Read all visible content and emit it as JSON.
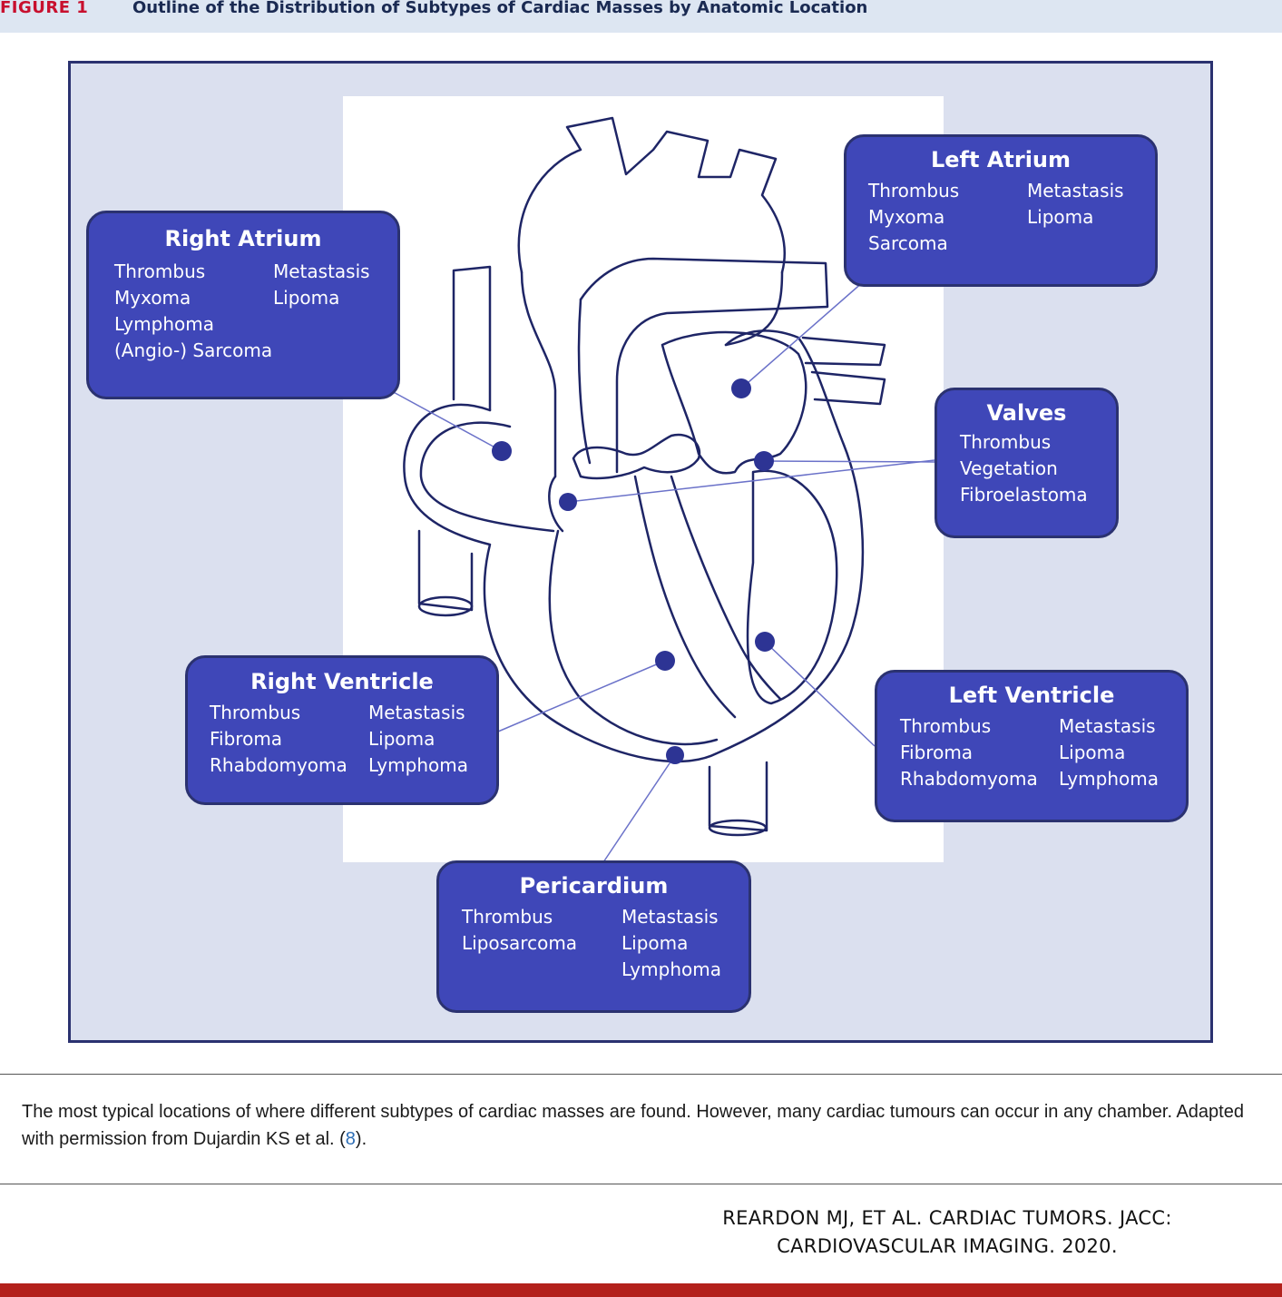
{
  "header": {
    "label": "FIGURE 1",
    "title": "Outline of the Distribution of Subtypes of Cardiac Masses by Anatomic Location"
  },
  "boxes": {
    "right_atrium": {
      "title": "Right Atrium",
      "col1": [
        "Thrombus",
        "Myxoma",
        "Lymphoma",
        "(Angio-) Sarcoma"
      ],
      "col2": [
        "Metastasis",
        "Lipoma"
      ]
    },
    "left_atrium": {
      "title": "Left Atrium",
      "col1": [
        "Thrombus",
        "Myxoma",
        "Sarcoma"
      ],
      "col2": [
        "Metastasis",
        "Lipoma"
      ]
    },
    "valves": {
      "title": "Valves",
      "col1": [
        "Thrombus",
        "Vegetation",
        "Fibroelastoma"
      ]
    },
    "right_ventricle": {
      "title": "Right Ventricle",
      "col1": [
        "Thrombus",
        "Fibroma",
        "Rhabdomyoma"
      ],
      "col2": [
        "Metastasis",
        "Lipoma",
        "Lymphoma"
      ]
    },
    "left_ventricle": {
      "title": "Left Ventricle",
      "col1": [
        "Thrombus",
        "Fibroma",
        "Rhabdomyoma"
      ],
      "col2": [
        "Metastasis",
        "Lipoma",
        "Lymphoma"
      ]
    },
    "pericardium": {
      "title": "Pericardium",
      "col1": [
        "Thrombus",
        "Liposarcoma"
      ],
      "col2": [
        "Metastasis",
        "Lipoma",
        "Lymphoma"
      ]
    }
  },
  "caption": {
    "text_before": "The most typical locations of where different subtypes of cardiac masses are found. However, many cardiac tumours can occur in any chamber. Adapted with permission from Dujardin KS et al. (",
    "ref": "8",
    "text_after": ")."
  },
  "citation": {
    "line1": "REARDON MJ, ET AL. CARDIAC TUMORS. JACC:",
    "line2": "CARDIOVASCULAR IMAGING. 2020."
  },
  "colors": {
    "box_fill": "#3f47b8",
    "box_border": "#2b3270",
    "frame_bg": "#dbe0ef",
    "heart_stroke": "#1e2566",
    "label_red": "#c8102e",
    "bottom_bar": "#b3211c"
  }
}
